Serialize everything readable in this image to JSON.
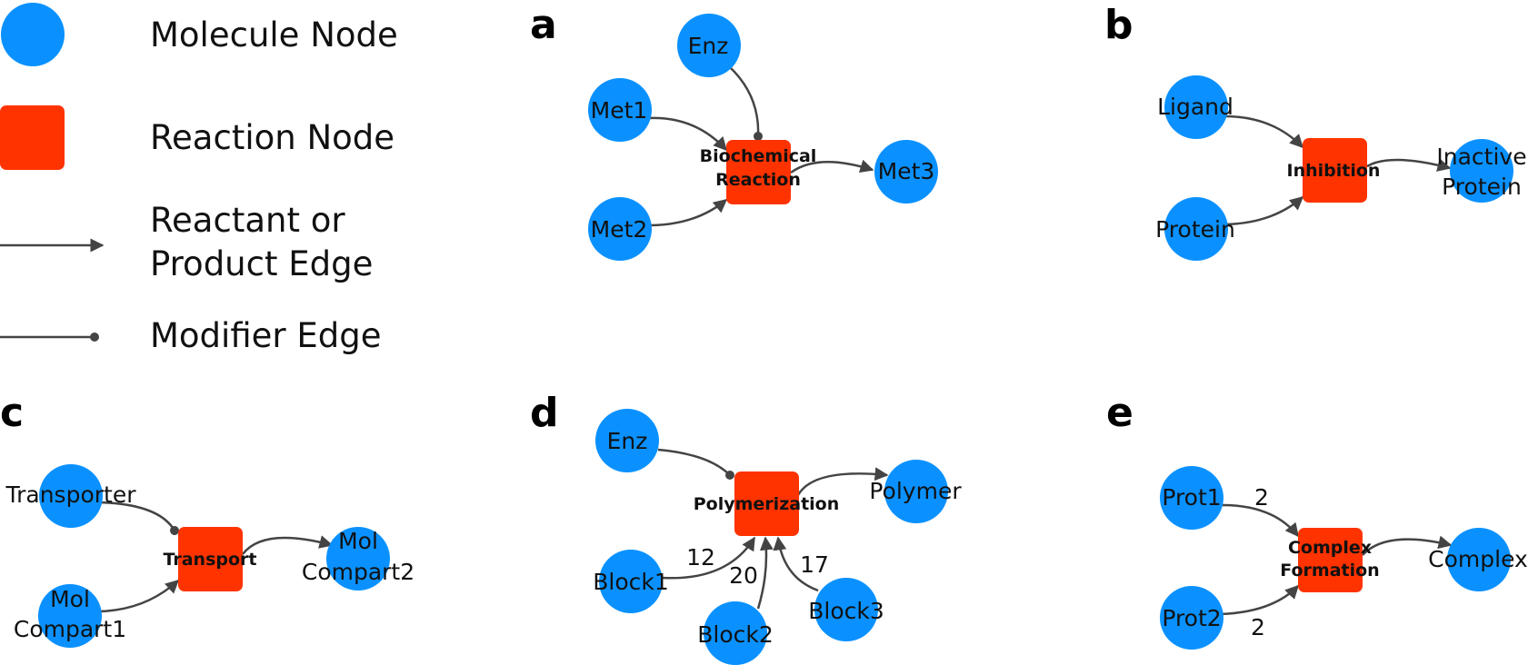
{
  "colors": {
    "molecule": "#0a91ff",
    "reaction": "#ff3300",
    "edge": "#444444"
  },
  "legend": {
    "molecule_label": "Molecule Node",
    "reaction_label": "Reaction Node",
    "reactant_edge_line1": "Reactant or",
    "reactant_edge_line2": "Product Edge",
    "modifier_edge_label": "Modifier Edge"
  },
  "panels": {
    "a": {
      "letter": "a",
      "reaction_line1": "Biochemical",
      "reaction_line2": "Reaction",
      "enz": "Enz",
      "met1": "Met1",
      "met2": "Met2",
      "met3": "Met3"
    },
    "b": {
      "letter": "b",
      "reaction": "Inhibition",
      "ligand": "Ligand",
      "protein": "Protein",
      "product_line1": "Inactive",
      "product_line2": "Protein"
    },
    "c": {
      "letter": "c",
      "reaction": "Transport",
      "transporter": "Transporter",
      "reactant_line1": "Mol",
      "reactant_line2": "Compart1",
      "product_line1": "Mol",
      "product_line2": "Compart2"
    },
    "d": {
      "letter": "d",
      "reaction": "Polymerization",
      "enz": "Enz",
      "block1": "Block1",
      "block2": "Block2",
      "block3": "Block3",
      "polymer": "Polymer",
      "stoich1": "12",
      "stoich2": "20",
      "stoich3": "17"
    },
    "e": {
      "letter": "e",
      "reaction_line1": "Complex",
      "reaction_line2": "Formation",
      "prot1": "Prot1",
      "prot2": "Prot2",
      "complex": "Complex",
      "stoich1": "2",
      "stoich2": "2"
    }
  }
}
